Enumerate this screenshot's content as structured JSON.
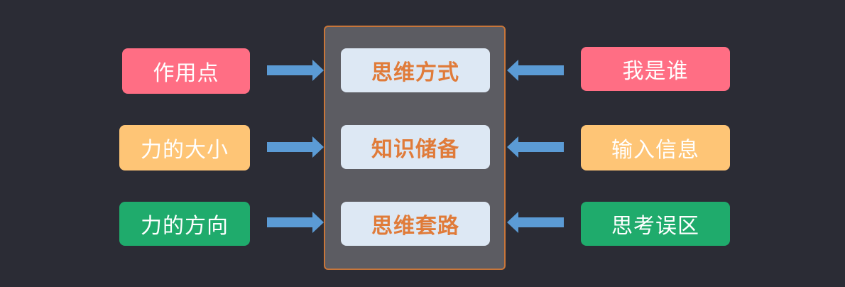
{
  "colors": {
    "background": "#2b2c35",
    "panel": "#5c5c62",
    "panel_border": "#c8763a",
    "center_box": "#dde8f4",
    "center_text": "#e07b39",
    "pink": "#ff6e84",
    "orange": "#fec576",
    "green": "#1fab6c",
    "arrow": "#5b9bd5"
  },
  "left": [
    {
      "label": "作用点"
    },
    {
      "label": "力的大小"
    },
    {
      "label": "力的方向"
    }
  ],
  "center": [
    {
      "label": "思维方式"
    },
    {
      "label": "知识储备"
    },
    {
      "label": "思维套路"
    }
  ],
  "right": [
    {
      "label": "我是谁"
    },
    {
      "label": "输入信息"
    },
    {
      "label": "思考误区"
    }
  ]
}
